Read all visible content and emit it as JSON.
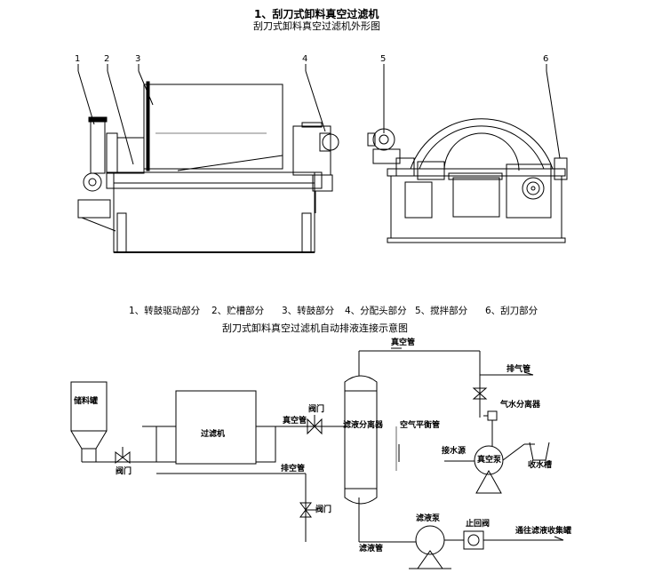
{
  "heading": {
    "title": "1、刮刀式卸料真空过滤机",
    "subtitle": "刮刀式卸料真空过滤机外形图"
  },
  "callouts": [
    "1",
    "2",
    "3",
    "4",
    "5",
    "6"
  ],
  "legend": {
    "items": [
      "1、转鼓驱动部分",
      "2、贮槽部分",
      "3、转鼓部分",
      "4、分配头部分",
      "5、搅拌部分",
      "6、刮刀部分"
    ]
  },
  "schematic": {
    "title": "刮刀式卸料真空过滤机自动排液连接示意图",
    "labels": {
      "feed_tank": "储料罐",
      "valve_left": "阀门",
      "filter": "过滤机",
      "vacuum_pipe": "真空管",
      "valve_mid": "阀门",
      "drain_pipe": "排空管",
      "valve_low": "阀门",
      "separator": "滤液分离器",
      "air_balance": "空气平衡管",
      "vacuum_pipe_top": "真空管",
      "exhaust_pipe": "排气管",
      "gas_water_sep": "气水分离器",
      "water_inlet": "接水源",
      "vacuum_pump": "真空泵",
      "water_tank": "收水槽",
      "filtrate_pipe": "滤液管",
      "filtrate_pump": "滤液泵",
      "check_valve": "止回阀",
      "to_collector": "通往滤液收集罐"
    }
  }
}
